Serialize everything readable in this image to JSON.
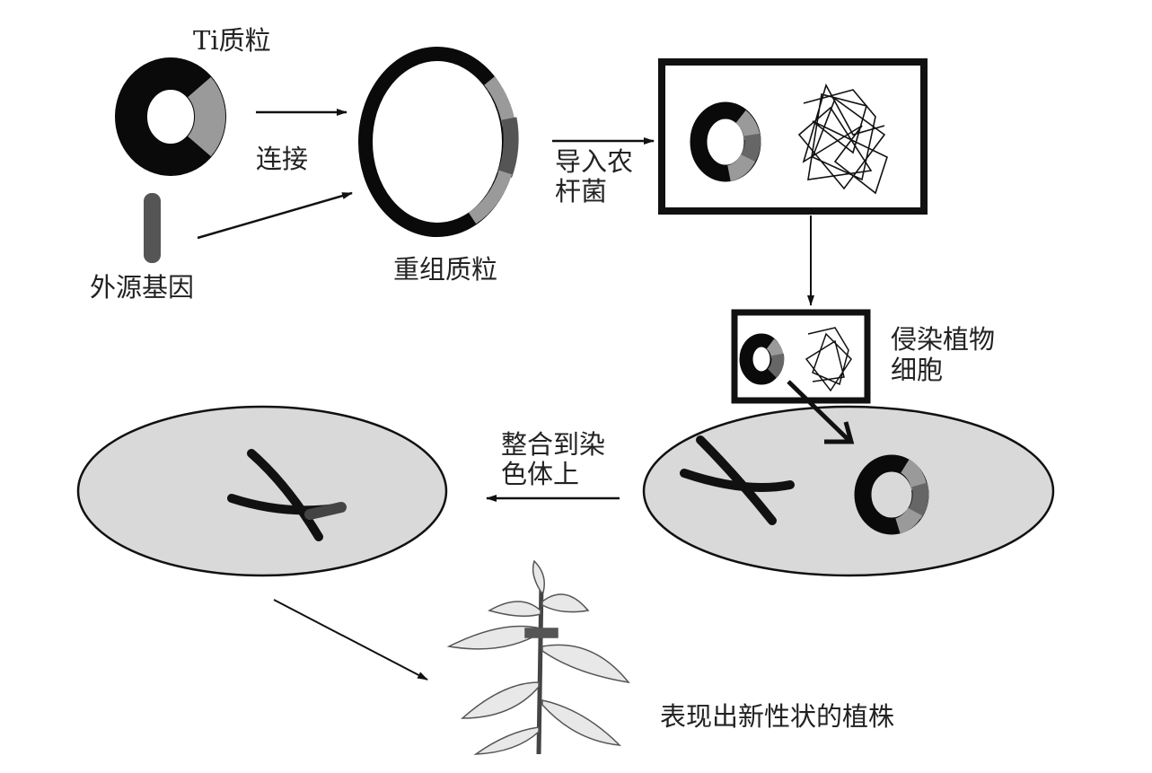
{
  "labels": {
    "ti_plasmid": "Ti质粒",
    "ligation": "连接",
    "foreign_gene": "外源基因",
    "recombinant_plasmid": "重组质粒",
    "into_agrobacterium_1": "导入农",
    "into_agrobacterium_2": "杆菌",
    "infect_plant_cell_1": "侵染植物",
    "infect_plant_cell_2": "细胞",
    "integrate_1": "整合到染",
    "integrate_2": "色体上",
    "new_trait_plant": "表现出新性状的植株"
  },
  "colors": {
    "plasmid_dark": "#0a0a0a",
    "segment_light": "#9a9a9a",
    "segment_dark": "#555555",
    "cell_fill": "#d9d9d9"
  }
}
